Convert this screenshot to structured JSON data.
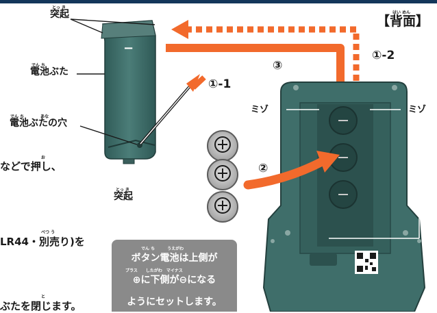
{
  "colors": {
    "accent_orange": "#f26a2c",
    "device_teal": "#3f6e6a",
    "device_dark": "#2c514e",
    "header_navy": "#13365a",
    "note_gray": "#8a8a8a",
    "battery_gray": "#b7b7b7"
  },
  "header": {
    "back_label": "【背面】",
    "back_ruby": "はい めん"
  },
  "cover": {
    "protrusion_top": "突起",
    "protrusion_top_ruby": "とっ き",
    "battery_cover": "電池ぶた",
    "battery_cover_ruby": "でん ち",
    "cover_hole": "電池ぶたの穴",
    "cover_hole_ruby": "でん ち　　　　あな",
    "protrusion_bottom": "突起",
    "protrusion_bottom_ruby": "とっ き",
    "minus_mark": "−"
  },
  "steps": {
    "step_1_1": "①-1",
    "step_1_2": "①-2",
    "step_2": "②",
    "step_3": "③"
  },
  "grooves": {
    "left": "ミゾ",
    "right": "ミゾ"
  },
  "batteries": {
    "count": 3,
    "symbol": "⊕"
  },
  "left_text": {
    "line1": "などで押し、",
    "line1_ruby": "お",
    "line2": "LR44・別売り)を",
    "line2_ruby": "べつ う",
    "line3": "ぶたを閉じます。",
    "line3_ruby": "と"
  },
  "note_box": {
    "line1": "ボタン電池は上側が",
    "line1_ruby": "でん ち　　　うえがわ",
    "line2": "⊕に下側が⊖になる",
    "line2_ruby": "プラス　　したがわ　マイナス",
    "line3": "ようにセットします。"
  },
  "qr_icon": "qr-code-icon"
}
